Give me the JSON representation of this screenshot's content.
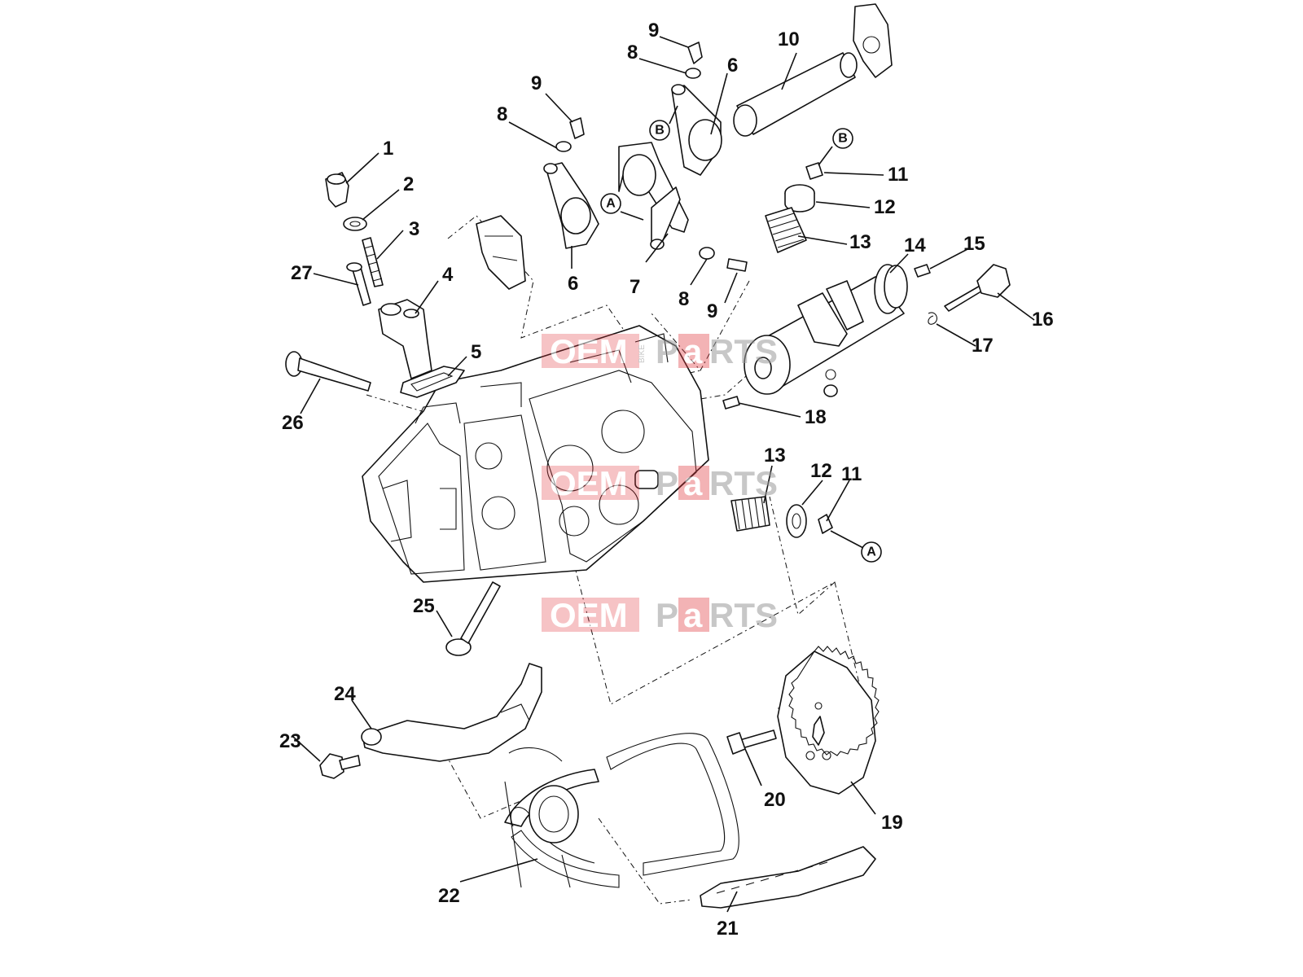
{
  "callouts": [
    {
      "id": "1",
      "text": "1"
    },
    {
      "id": "2",
      "text": "2"
    },
    {
      "id": "3",
      "text": "3"
    },
    {
      "id": "4",
      "text": "4"
    },
    {
      "id": "5",
      "text": "5"
    },
    {
      "id": "6a",
      "text": "6"
    },
    {
      "id": "6b",
      "text": "6"
    },
    {
      "id": "7",
      "text": "7"
    },
    {
      "id": "8a",
      "text": "8"
    },
    {
      "id": "8b",
      "text": "8"
    },
    {
      "id": "8c",
      "text": "8"
    },
    {
      "id": "9a",
      "text": "9"
    },
    {
      "id": "9b",
      "text": "9"
    },
    {
      "id": "9c",
      "text": "9"
    },
    {
      "id": "10",
      "text": "10"
    },
    {
      "id": "11a",
      "text": "11"
    },
    {
      "id": "11b",
      "text": "11"
    },
    {
      "id": "12a",
      "text": "12"
    },
    {
      "id": "12b",
      "text": "12"
    },
    {
      "id": "13a",
      "text": "13"
    },
    {
      "id": "13b",
      "text": "13"
    },
    {
      "id": "14",
      "text": "14"
    },
    {
      "id": "15",
      "text": "15"
    },
    {
      "id": "16",
      "text": "16"
    },
    {
      "id": "17",
      "text": "17"
    },
    {
      "id": "18",
      "text": "18"
    },
    {
      "id": "19",
      "text": "19"
    },
    {
      "id": "20",
      "text": "20"
    },
    {
      "id": "21",
      "text": "21"
    },
    {
      "id": "22",
      "text": "22"
    },
    {
      "id": "23",
      "text": "23"
    },
    {
      "id": "24",
      "text": "24"
    },
    {
      "id": "25",
      "text": "25"
    },
    {
      "id": "26",
      "text": "26"
    },
    {
      "id": "27",
      "text": "27"
    }
  ],
  "circle_markers": [
    {
      "id": "A1",
      "text": "A"
    },
    {
      "id": "A2",
      "text": "A"
    },
    {
      "id": "B1",
      "text": "B"
    },
    {
      "id": "B2",
      "text": "B"
    }
  ],
  "watermark": {
    "text_left": "OEM",
    "text_small": "BIKE",
    "text_p": "P",
    "text_a": "a",
    "text_rts": "RTS",
    "color_red": "#e0393e",
    "color_grey": "#9a9a9a"
  }
}
